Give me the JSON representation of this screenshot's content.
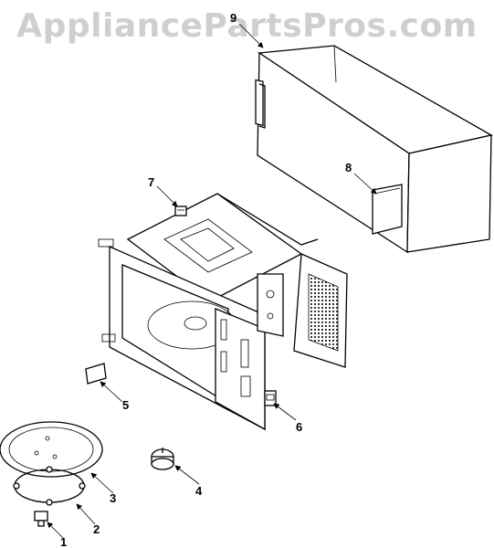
{
  "watermark": "AppliancePartsPros.com",
  "callouts": [
    {
      "id": "1",
      "label": "1"
    },
    {
      "id": "2",
      "label": "2"
    },
    {
      "id": "3",
      "label": "3"
    },
    {
      "id": "4",
      "label": "4"
    },
    {
      "id": "5",
      "label": "5"
    },
    {
      "id": "6",
      "label": "6"
    },
    {
      "id": "7",
      "label": "7"
    },
    {
      "id": "8",
      "label": "8"
    },
    {
      "id": "9",
      "label": "9"
    }
  ]
}
